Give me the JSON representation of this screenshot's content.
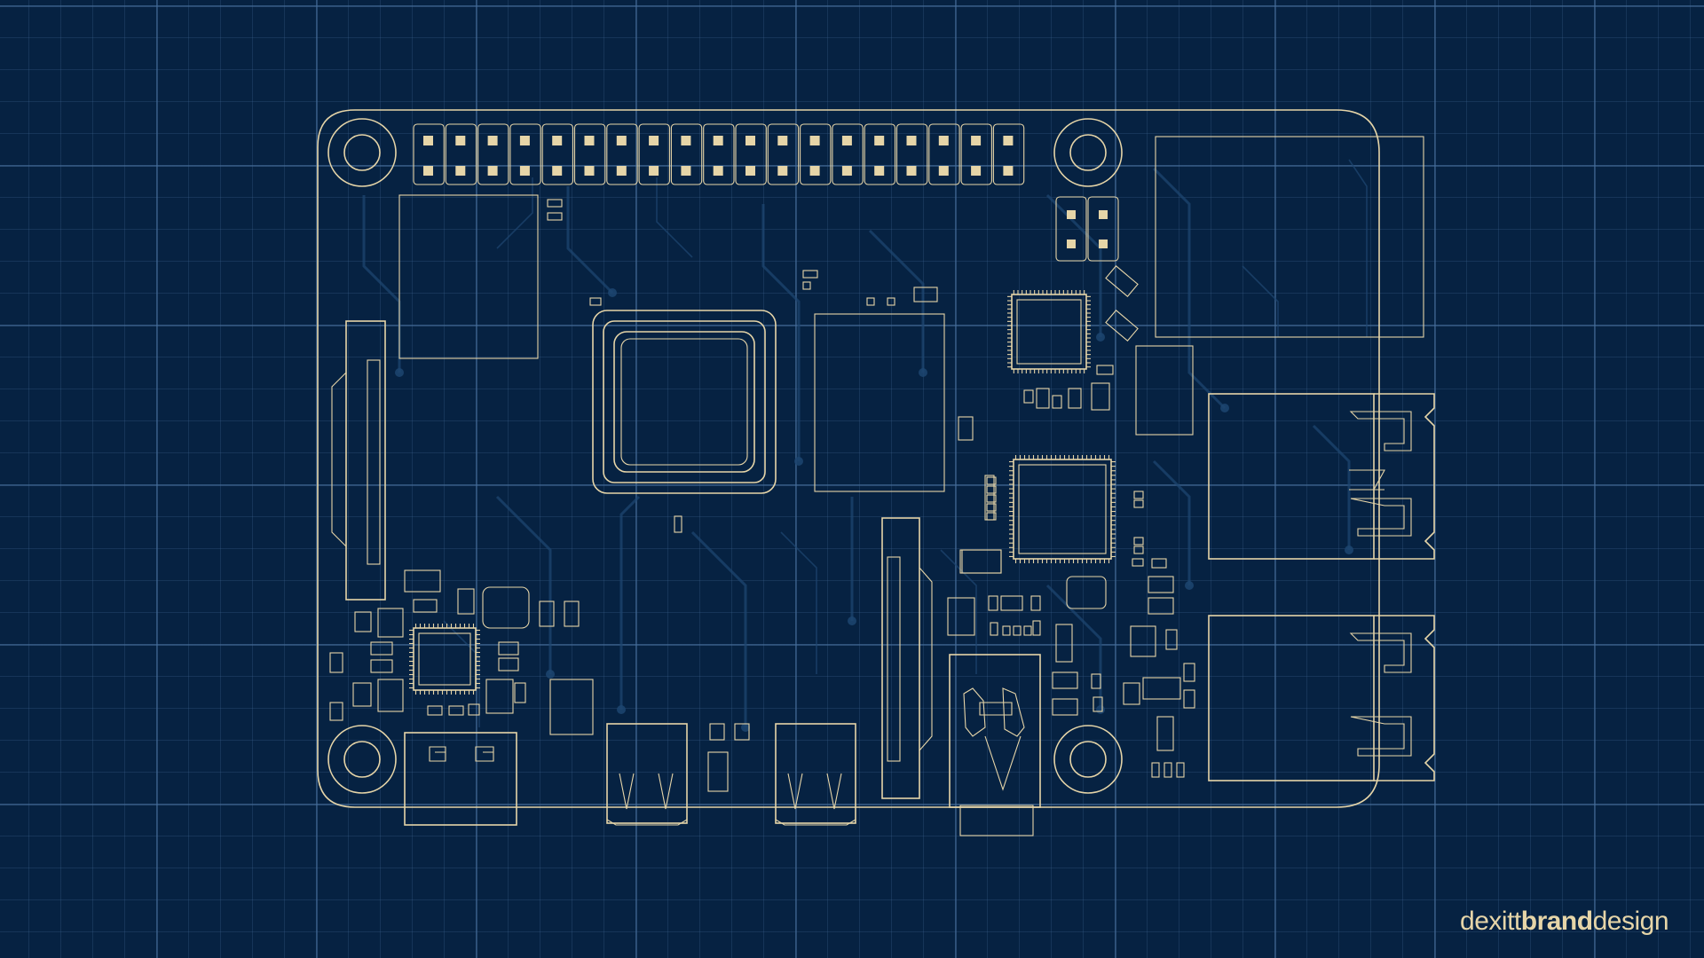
{
  "brand": {
    "part1": "dexitt",
    "part2": "brand",
    "part3": "design"
  },
  "colors": {
    "background": "#062242",
    "grid": "#466e9b",
    "line": "#e6d5a8",
    "trace": "#1d4570"
  },
  "diagram": {
    "subject": "single-board computer outline",
    "gpio_header": {
      "columns": 19,
      "rows": 2
    },
    "usb_ports": 2,
    "micro_hdmi_ports": 2
  }
}
